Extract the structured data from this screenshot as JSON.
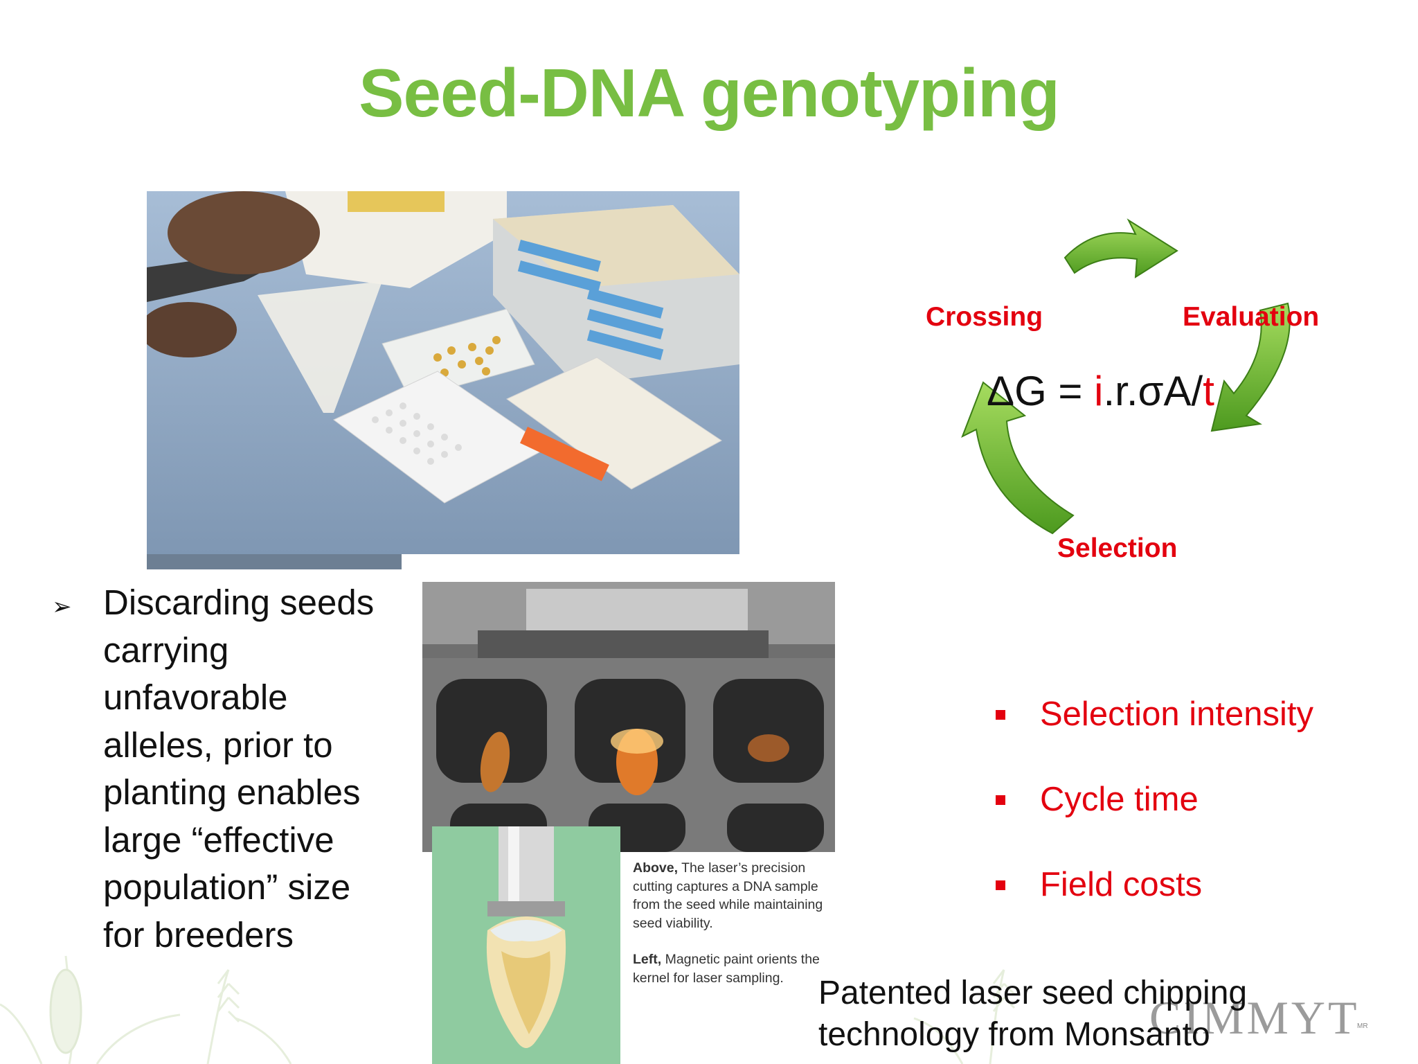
{
  "slide": {
    "title": "Seed-DNA genotyping",
    "left_bullet": {
      "lines": [
        "Discarding seeds",
        "carrying",
        "unfavorable",
        "alleles, prior to",
        "planting enables",
        "large “effective",
        "population” size",
        "for breeders"
      ]
    },
    "cycle": {
      "labels": {
        "crossing": "Crossing",
        "evaluation": "Evaluation",
        "selection": "Selection"
      },
      "formula": {
        "prefix": "ΔG = ",
        "i": "i",
        "middle": ".r.σA/",
        "t": "t"
      },
      "arrow_color": "#7cc242",
      "label_color": "#e3000f"
    },
    "right_bullets": [
      "Selection intensity",
      "Cycle time",
      "Field costs"
    ],
    "caption": {
      "above_lead": "Above,",
      "above_text": " The laser’s precision cutting captures a DNA sample from the seed while maintaining seed viability.",
      "left_lead": "Left,",
      "left_text": " Magnetic paint orients the kernel for laser sampling."
    },
    "patent_note": [
      "Patented laser seed chipping",
      "technology from Monsanto"
    ],
    "logo": {
      "text": "CIMMYT",
      "mark": "MR"
    },
    "photos": {
      "photo1": "lab bench with funnel, seeds and well plates",
      "photo2": "laser seed chipping station",
      "photo3": "maize kernel on magnetic holder"
    }
  }
}
